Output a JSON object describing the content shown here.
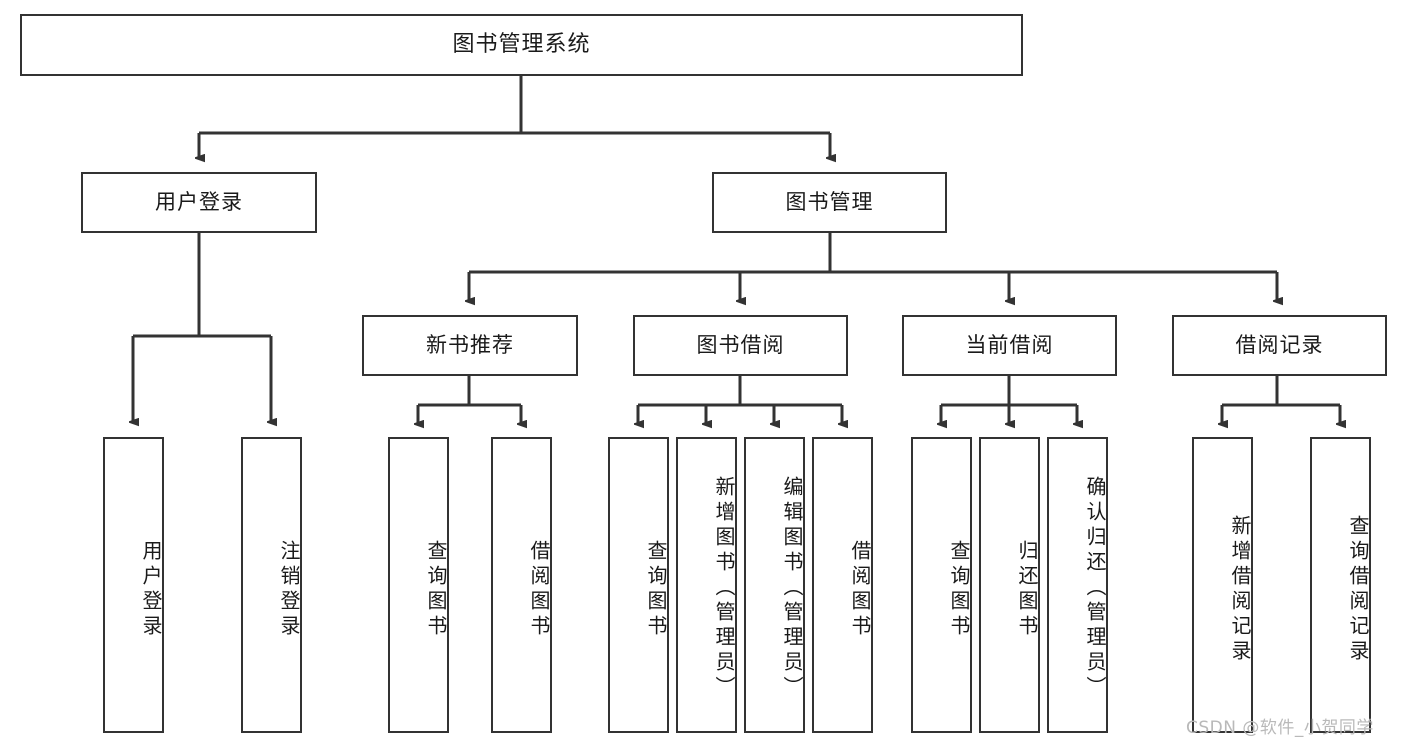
{
  "diagram": {
    "title": "图书管理系统",
    "type": "tree-hierarchy",
    "root": {
      "id": "root",
      "label": "图书管理系统"
    },
    "level2": [
      {
        "id": "user-login",
        "label": "用户登录"
      },
      {
        "id": "book-manage",
        "label": "图书管理"
      }
    ],
    "level3": [
      {
        "id": "new-book-rec",
        "label": "新书推荐",
        "parent": "book-manage"
      },
      {
        "id": "book-borrow",
        "label": "图书借阅",
        "parent": "book-manage"
      },
      {
        "id": "current-borrow",
        "label": "当前借阅",
        "parent": "book-manage"
      },
      {
        "id": "borrow-record",
        "label": "借阅记录",
        "parent": "book-manage"
      }
    ],
    "leaves": [
      {
        "id": "leaf-user-login",
        "label": "用户登录",
        "parent": "user-login"
      },
      {
        "id": "leaf-user-logout",
        "label": "注销登录",
        "parent": "user-login"
      },
      {
        "id": "leaf-query-book-1",
        "label": "查询图书",
        "parent": "new-book-rec"
      },
      {
        "id": "leaf-borrow-book-1",
        "label": "借阅图书",
        "parent": "new-book-rec"
      },
      {
        "id": "leaf-query-book-2",
        "label": "查询图书",
        "parent": "book-borrow"
      },
      {
        "id": "leaf-add-book",
        "label": "新增图书（管理员）",
        "parent": "book-borrow"
      },
      {
        "id": "leaf-edit-book",
        "label": "编辑图书（管理员）",
        "parent": "book-borrow"
      },
      {
        "id": "leaf-borrow-book-2",
        "label": "借阅图书",
        "parent": "book-borrow"
      },
      {
        "id": "leaf-query-book-3",
        "label": "查询图书",
        "parent": "current-borrow"
      },
      {
        "id": "leaf-return-book",
        "label": "归还图书",
        "parent": "current-borrow"
      },
      {
        "id": "leaf-confirm-return",
        "label": "确认归还（管理员）",
        "parent": "current-borrow"
      },
      {
        "id": "leaf-add-record",
        "label": "新增借阅记录",
        "parent": "borrow-record"
      },
      {
        "id": "leaf-query-record",
        "label": "查询借阅记录",
        "parent": "borrow-record"
      }
    ],
    "watermark": "CSDN @软件_小贺同学",
    "colors": {
      "border": "#333333",
      "text": "#1a1a1a",
      "background": "#ffffff",
      "edge": "#333333",
      "watermark": "#b9b9b9"
    }
  }
}
